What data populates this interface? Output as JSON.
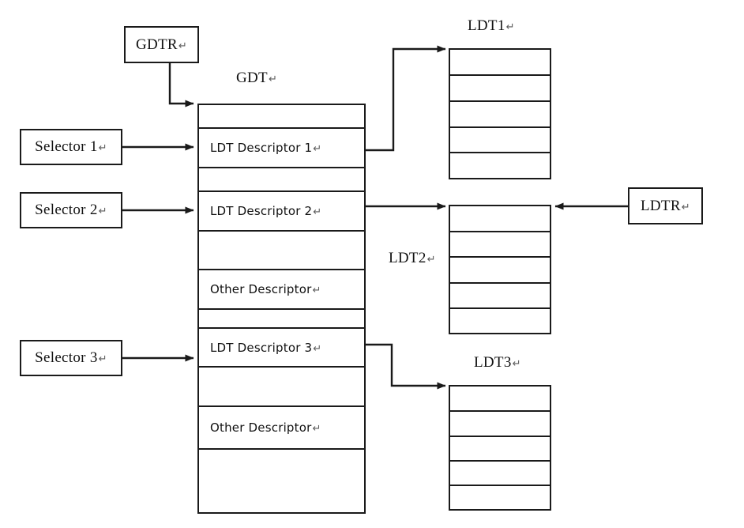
{
  "diagram": {
    "title": "GDT / LDT descriptor table relationship diagram",
    "pilcrow": "↵",
    "colors": {
      "stroke": "#1a1a1a",
      "background": "#ffffff",
      "text": "#111111",
      "pilcrow": "#5a5a5a"
    }
  },
  "registers": {
    "gdtr": {
      "label": "GDTR"
    },
    "ldtr": {
      "label": "LDTR"
    }
  },
  "selectors": [
    {
      "label": "Selector 1"
    },
    {
      "label": "Selector 2"
    },
    {
      "label": "Selector 3"
    }
  ],
  "gdt": {
    "caption": "GDT",
    "rows": [
      {
        "label": ""
      },
      {
        "label": "LDT Descriptor 1"
      },
      {
        "label": ""
      },
      {
        "label": "LDT Descriptor 2"
      },
      {
        "label": ""
      },
      {
        "label": "Other Descriptor"
      },
      {
        "label": ""
      },
      {
        "label": "LDT Descriptor 3"
      },
      {
        "label": ""
      },
      {
        "label": "Other Descriptor"
      },
      {
        "label": ""
      }
    ]
  },
  "ldt_tables": [
    {
      "caption": "LDT1",
      "rows": [
        {
          "label": ""
        },
        {
          "label": ""
        },
        {
          "label": ""
        },
        {
          "label": ""
        },
        {
          "label": ""
        }
      ]
    },
    {
      "caption": "LDT2",
      "rows": [
        {
          "label": ""
        },
        {
          "label": ""
        },
        {
          "label": ""
        },
        {
          "label": ""
        },
        {
          "label": ""
        }
      ]
    },
    {
      "caption": "LDT3",
      "rows": [
        {
          "label": ""
        },
        {
          "label": ""
        },
        {
          "label": ""
        },
        {
          "label": ""
        },
        {
          "label": ""
        }
      ]
    }
  ],
  "connections": [
    {
      "from": "gdtr",
      "to": "gdt-top",
      "kind": "arrow"
    },
    {
      "from": "selector-1",
      "to": "gdt-row-ldt-descriptor-1",
      "kind": "arrow"
    },
    {
      "from": "selector-2",
      "to": "gdt-row-ldt-descriptor-2",
      "kind": "arrow"
    },
    {
      "from": "selector-3",
      "to": "gdt-row-ldt-descriptor-3",
      "kind": "arrow"
    },
    {
      "from": "gdt-row-ldt-descriptor-1",
      "to": "ldt1",
      "kind": "arrow"
    },
    {
      "from": "gdt-row-ldt-descriptor-2",
      "to": "ldt2",
      "kind": "arrow"
    },
    {
      "from": "gdt-row-ldt-descriptor-3",
      "to": "ldt3",
      "kind": "arrow"
    },
    {
      "from": "ldtr",
      "to": "ldt2",
      "kind": "arrow"
    }
  ]
}
